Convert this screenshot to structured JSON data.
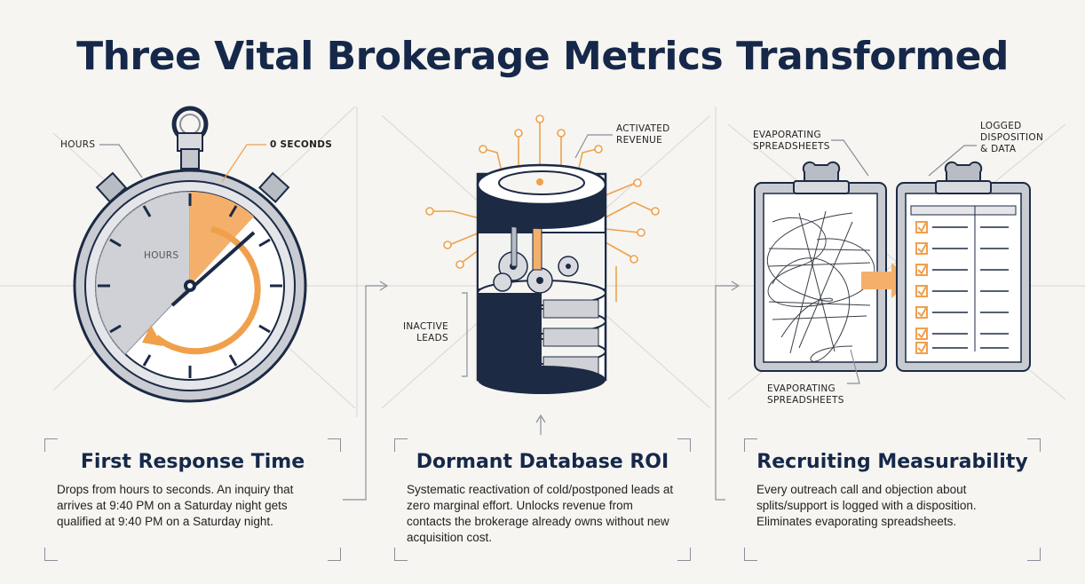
{
  "title": "Three Vital Brokerage Metrics Transformed",
  "colors": {
    "navy": "#1c2a44",
    "accent": "#f0a04b",
    "background": "#f6f5f1",
    "grid": "#cfcfcf"
  },
  "stopwatch": {
    "label_hours": "HOURS",
    "label_seconds": "0 SECONDS",
    "face_label_hours": "HOURS"
  },
  "database": {
    "label_activated": "ACTIVATED\nREVENUE",
    "label_inactive": "INACTIVE\nLEADS"
  },
  "clipboards": {
    "label_evaporating_top": "EVAPORATING\nSPREADSHEETS",
    "label_logged": "LOGGED\nDISPOSITION\n& DATA",
    "label_evaporating_bottom": "EVAPORATING\nSPREADSHEETS"
  },
  "cards": [
    {
      "title": "First Response Time",
      "body": "Drops from hours to seconds. An inquiry that arrives at 9:40 PM on a Saturday night gets qualified at 9:40 PM on a Saturday night."
    },
    {
      "title": "Dormant Database ROI",
      "body": "Systematic reactivation of cold/postponed leads at zero marginal effort. Unlocks revenue from contacts the brokerage already owns without new acquisition cost."
    },
    {
      "title": "Recruiting Measurability",
      "body": "Every outreach call and objection about splits/support is logged with a disposition. Eliminates evaporating spreadsheets."
    }
  ]
}
